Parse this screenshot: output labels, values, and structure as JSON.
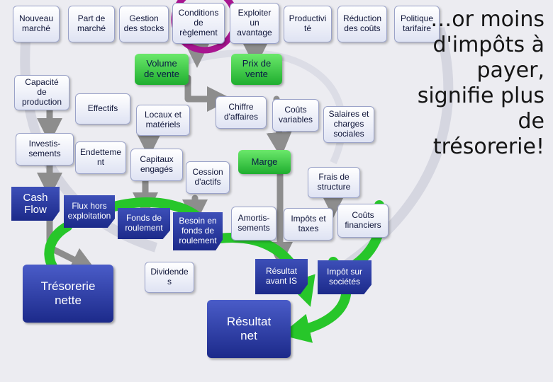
{
  "top_row": [
    {
      "id": "nouveau-marche",
      "label": "Nouveau\nmarché"
    },
    {
      "id": "part-de-marche",
      "label": "Part de\nmarché"
    },
    {
      "id": "gestion-des-stocks",
      "label": "Gestion\ndes stocks"
    },
    {
      "id": "conditions-de-reglement",
      "label": "Conditions\nde\nrèglement"
    },
    {
      "id": "exploiter-un-avantage",
      "label": "Exploiter\nun\navantage"
    },
    {
      "id": "productivite",
      "label": "Productivi\nté"
    },
    {
      "id": "reduction-des-couts",
      "label": "Réduction\ndes coûts"
    },
    {
      "id": "politique-tarifaire",
      "label": "Politique\ntarifaire"
    }
  ],
  "nodes": {
    "volume_de_vente": "Volume\nde vente",
    "prix_de_vente": "Prix de\nvente",
    "capacite_de_production": "Capacité\nde\nproduction",
    "effectifs": "Effectifs",
    "locaux_et_materiels": "Locaux et\nmatériels",
    "chiffre_d_affaires": "Chiffre\nd'affaires",
    "couts_variables": "Coûts\nvariables",
    "salaires_et_charges_sociales": "Salaires et\ncharges\nsociales",
    "investissements": "Investis-\nsements",
    "endettement": "Endetteme\nnt",
    "capitaux_engages": "Capitaux\nengagés",
    "cession_d_actifs": "Cession\nd'actifs",
    "marge": "Marge",
    "frais_de_structure": "Frais de\nstructure",
    "cash_flow": "Cash\nFlow",
    "flux_hors_exploitation": "Flux hors\nexploitation",
    "fonds_de_roulement": "Fonds de\nroulement",
    "besoin_en_fonds_de_roulement": "Besoin en\nfonds de\nroulement",
    "amortissements": "Amortis-\nsements",
    "impots_et_taxes": "Impôts et\ntaxes",
    "couts_financiers": "Coûts\nfinanciers",
    "dividendes": "Dividende\ns",
    "resultat_avant_impots": "Résultat\navant IS",
    "impot_sur_societes": "Impôt sur\nsociétés",
    "tresorerie_nette": "Trésorerie\nnette",
    "resultat_net": "Résultat\nnet"
  },
  "headline": "…or moins\nd'impôts à\npayer,\nsignifie plus\nde\ntrésorerie!",
  "colors": {
    "accent_green": "#1fae2f",
    "node_blue": "#1c2a8a",
    "highlight_ring": "#a81590",
    "arrow_gray": "#8d8d8d"
  }
}
